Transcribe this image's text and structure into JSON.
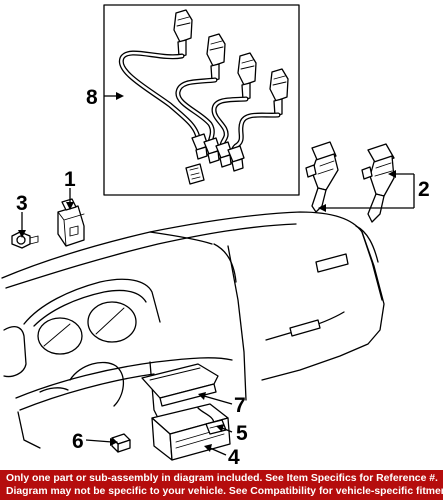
{
  "callouts": {
    "c1": "1",
    "c2": "2",
    "c3": "3",
    "c4": "4",
    "c5": "5",
    "c6": "6",
    "c7": "7",
    "c8": "8"
  },
  "footer": {
    "line1": "Only one part or sub-assembly in diagram included. See Item Specifics for Reference #.",
    "line2": "Diagram may not be specific to your vehicle. See Compatibility for vehicle-specific fitment.",
    "background": "#b50d0d",
    "text_color": "#ffffff"
  }
}
